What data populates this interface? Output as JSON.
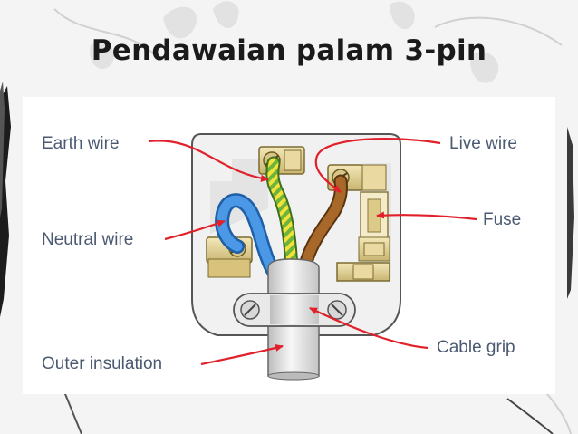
{
  "slide": {
    "title": "Pendawaian palam 3-pin"
  },
  "diagram": {
    "labels": {
      "earth": "Earth wire",
      "neutral": "Neutral wire",
      "outer": "Outer insulation",
      "live": "Live wire",
      "fuse": "Fuse",
      "grip": "Cable grip"
    },
    "colors": {
      "label_text": "#4b5a72",
      "arrow": "#e0202a",
      "plug_body": "#f2f2f2",
      "terminal": "#e8d9a0",
      "earth_wire_green": "#6cb43c",
      "earth_wire_yellow": "#f2e23a",
      "neutral_wire": "#3a86d8",
      "live_wire": "#9a5a1e",
      "cable": "#e6e6e6"
    }
  }
}
